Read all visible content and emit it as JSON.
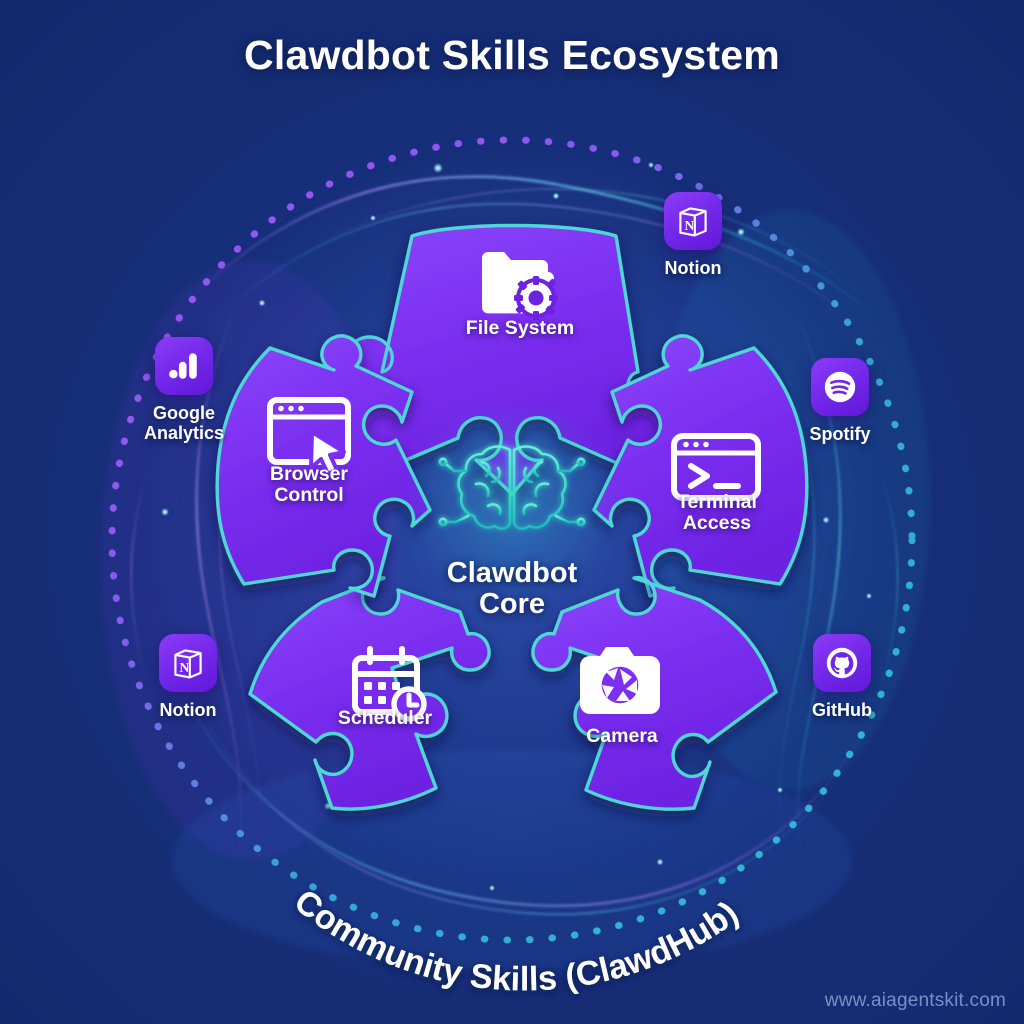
{
  "page": {
    "title": "Clawdbot Skills Ecosystem",
    "watermark": "www.aiagentskit.com",
    "background_color": "#172f7a",
    "accent_purple": "#7c2ff0",
    "accent_teal": "#4dd9d9",
    "title_color": "#ffffff"
  },
  "core": {
    "label_line1": "Clawdbot",
    "label_line2": "Core",
    "icon": "brain-circuit-icon",
    "icon_color": "#3ee0c8"
  },
  "outer_ring": {
    "label": "Community Skills (ClawdHub)",
    "dotted_border_colors": [
      "#a855f7",
      "#35c6d8"
    ]
  },
  "skills": [
    {
      "id": "file-system",
      "label": "File System",
      "label_line1": "File System",
      "label_line2": "",
      "icon": "folder-gear-icon",
      "position": "top"
    },
    {
      "id": "terminal-access",
      "label": "Terminal Access",
      "label_line1": "Terminal",
      "label_line2": "Access",
      "icon": "terminal-window-icon",
      "position": "right"
    },
    {
      "id": "camera",
      "label": "Camera",
      "label_line1": "Camera",
      "label_line2": "",
      "icon": "camera-icon",
      "position": "bottom-right"
    },
    {
      "id": "scheduler",
      "label": "Scheduler",
      "label_line1": "Scheduler",
      "label_line2": "",
      "icon": "calendar-clock-icon",
      "position": "bottom-left"
    },
    {
      "id": "browser-control",
      "label": "Browser Control",
      "label_line1": "Browser",
      "label_line2": "Control",
      "icon": "browser-cursor-icon",
      "position": "left"
    }
  ],
  "integrations": [
    {
      "id": "notion-top",
      "label": "Notion",
      "label_line1": "Notion",
      "label_line2": "",
      "icon": "notion-icon"
    },
    {
      "id": "spotify",
      "label": "Spotify",
      "label_line1": "Spotify",
      "label_line2": "",
      "icon": "spotify-icon"
    },
    {
      "id": "github",
      "label": "GitHub",
      "label_line1": "GitHub",
      "label_line2": "",
      "icon": "github-icon"
    },
    {
      "id": "notion-bottom",
      "label": "Notion",
      "label_line1": "Notion",
      "label_line2": "",
      "icon": "notion-icon"
    },
    {
      "id": "google-analytics",
      "label": "Google Analytics",
      "label_line1": "Google",
      "label_line2": "Analytics",
      "icon": "google-analytics-icon"
    }
  ]
}
